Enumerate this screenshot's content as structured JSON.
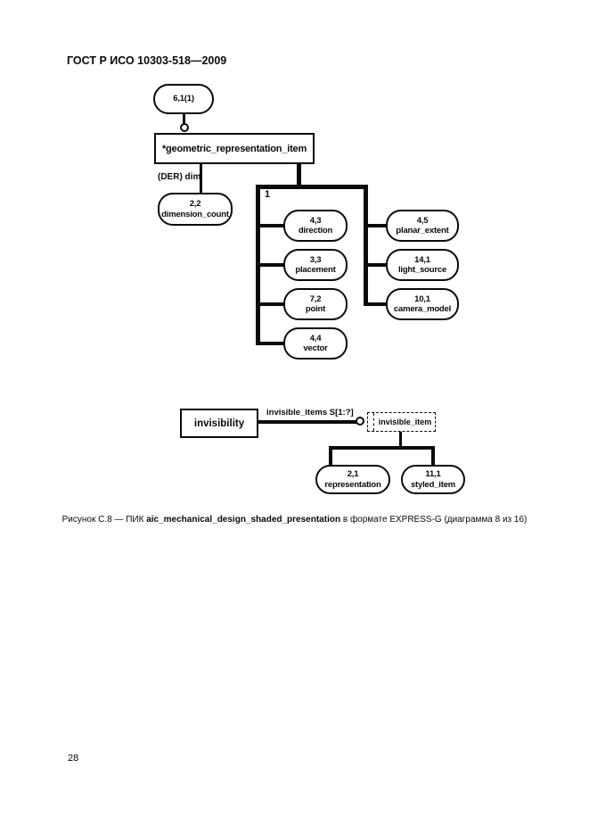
{
  "page": {
    "header": "ГОСТ Р ИСО 10303-518—2009",
    "page_number": "28",
    "colors": {
      "ink": "#0a0a0a",
      "paper": "#ffffff"
    }
  },
  "caption": {
    "prefix": "Рисунок  С.8 — ПИК ",
    "bold": "aic_mechanical_design_shaded_presentation",
    "suffix": " в формате EXPRESS-G (диаграмма 8 из 16)"
  },
  "diagram": {
    "page_ref_oval": "6,1(1)",
    "entity_box": "*geometric_representation_item",
    "attr_label": "(DER) dim",
    "dimension_oval": {
      "ref": "2,2",
      "name": "dimension_count"
    },
    "oneof_label": "1",
    "left_ovals": [
      {
        "ref": "4,3",
        "name": "direction"
      },
      {
        "ref": "3,3",
        "name": "placement"
      },
      {
        "ref": "7,2",
        "name": "point"
      },
      {
        "ref": "4,4",
        "name": "vector"
      }
    ],
    "right_ovals": [
      {
        "ref": "4,5",
        "name": "planar_extent"
      },
      {
        "ref": "14,1",
        "name": "light_source"
      },
      {
        "ref": "10,1",
        "name": "camera_model"
      }
    ],
    "invisibility": {
      "box_label": "invisibility",
      "relation_label": "invisible_items S[1:?]",
      "select_label": "invisible_item",
      "children": [
        {
          "ref": "2,1",
          "name": "representation"
        },
        {
          "ref": "11,1",
          "name": "styled_item"
        }
      ]
    }
  }
}
